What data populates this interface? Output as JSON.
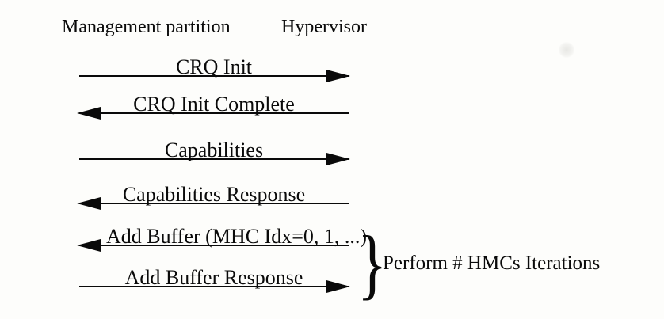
{
  "diagram": {
    "actors": [
      {
        "label": "Management partition"
      },
      {
        "label": "Hypervisor"
      }
    ],
    "messages": [
      {
        "label": "CRQ Init",
        "direction": "right"
      },
      {
        "label": "CRQ Init Complete",
        "direction": "left"
      },
      {
        "label": "Capabilities",
        "direction": "right"
      },
      {
        "label": "Capabilities Response",
        "direction": "left"
      },
      {
        "label": "Add Buffer (MHC Idx=0, 1, ...)",
        "direction": "left"
      },
      {
        "label": "Add Buffer Response",
        "direction": "right"
      }
    ],
    "annotation": {
      "brace_glyph": "}",
      "label": "Perform # HMCs Iterations"
    },
    "colors": {
      "ink": "#0a0a0a",
      "background": "#fdfdfb"
    }
  }
}
